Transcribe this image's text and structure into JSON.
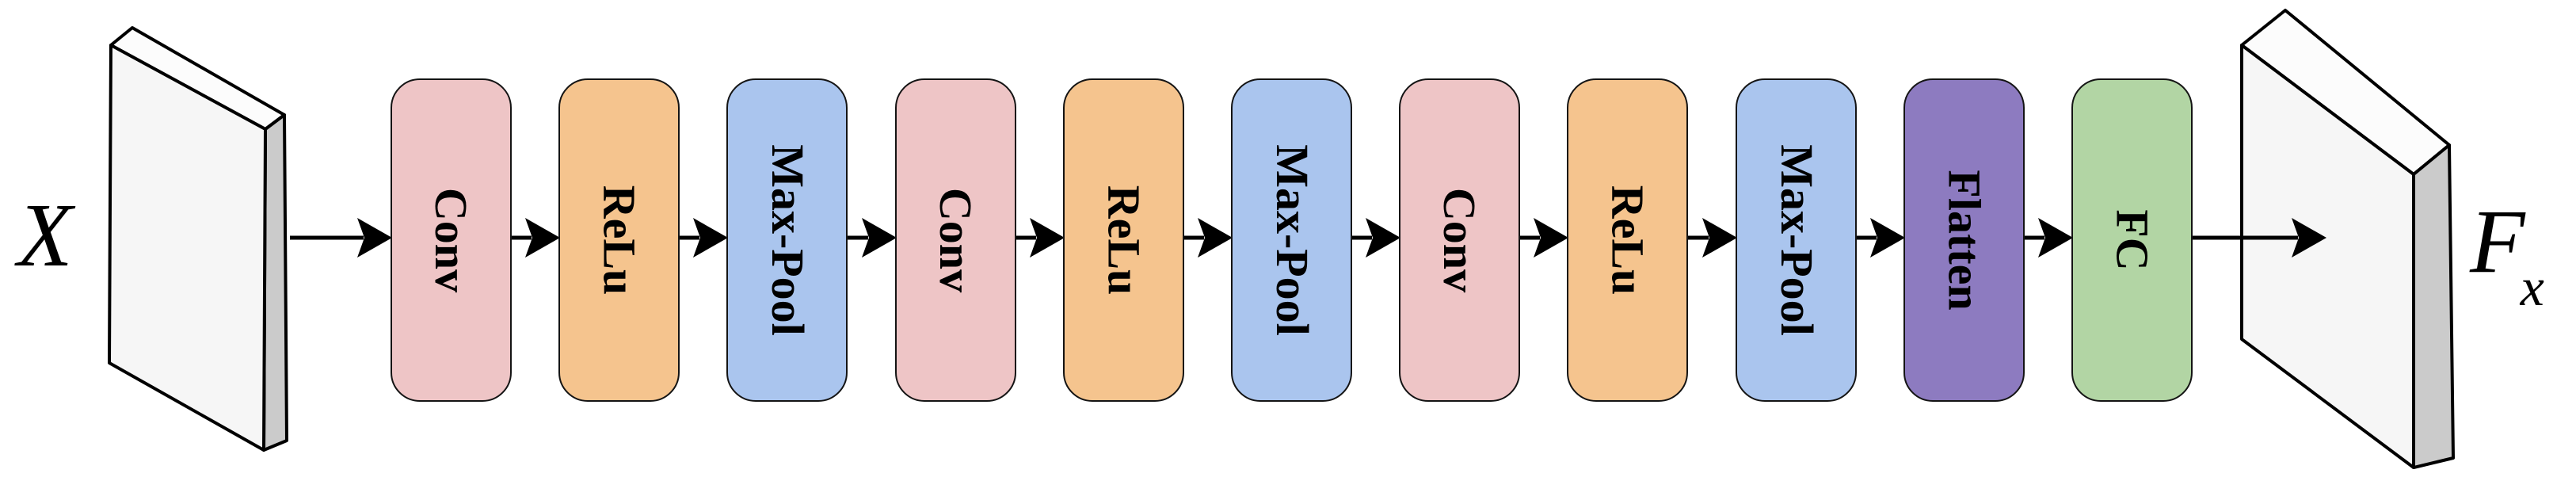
{
  "diagram": {
    "input_label": "X",
    "output_label_base": "F",
    "output_label_subscript": "x",
    "layers": [
      {
        "label": "Conv",
        "color": "#eec5c6"
      },
      {
        "label": "ReLu",
        "color": "#f5c48e"
      },
      {
        "label": "Max-Pool",
        "color": "#aac5ee"
      },
      {
        "label": "Conv",
        "color": "#eec5c6"
      },
      {
        "label": "ReLu",
        "color": "#f5c48e"
      },
      {
        "label": "Max-Pool",
        "color": "#aac5ee"
      },
      {
        "label": "Conv",
        "color": "#eec5c6"
      },
      {
        "label": "ReLu",
        "color": "#f5c48e"
      },
      {
        "label": "Max-Pool",
        "color": "#aac5ee"
      },
      {
        "label": "Flatten",
        "color": "#8d7bc0"
      },
      {
        "label": "FC",
        "color": "#b2d5a4"
      }
    ],
    "arrow_color": "#000000",
    "text_color": "#000000",
    "tensor_outline_color": "#000000",
    "tensor_front_color": "#f6f6f6",
    "tensor_top_color": "#fcfcfc",
    "tensor_side_color": "#cbcbcb"
  }
}
